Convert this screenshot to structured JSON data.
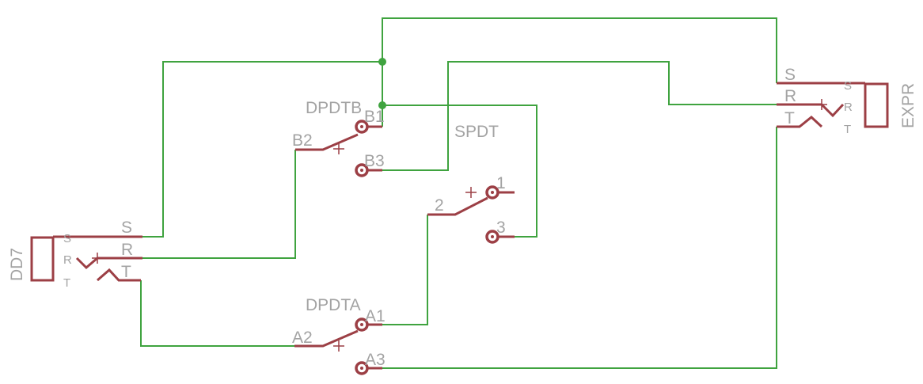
{
  "colors": {
    "wire": "#3fa33f",
    "part": "#9c3f45",
    "text": "#a3a3a3"
  },
  "parts": {
    "dd7": {
      "name": "DD7",
      "pins": {
        "s": "S",
        "r": "R",
        "t": "T"
      },
      "nets": {
        "s": "S",
        "r": "R",
        "t": "T"
      }
    },
    "expr": {
      "name": "EXPR",
      "pins": {
        "s": "S",
        "r": "R",
        "t": "T"
      },
      "nets": {
        "s": "S",
        "r": "R",
        "t": "T"
      }
    },
    "dpdtb": {
      "name": "DPDTB",
      "pins": {
        "p1": "B1",
        "p2": "B2",
        "p3": "B3"
      }
    },
    "dpdta": {
      "name": "DPDTA",
      "pins": {
        "p1": "A1",
        "p2": "A2",
        "p3": "A3"
      }
    },
    "spdt": {
      "name": "SPDT",
      "pins": {
        "p1": "1",
        "p2": "2",
        "p3": "3"
      }
    }
  }
}
